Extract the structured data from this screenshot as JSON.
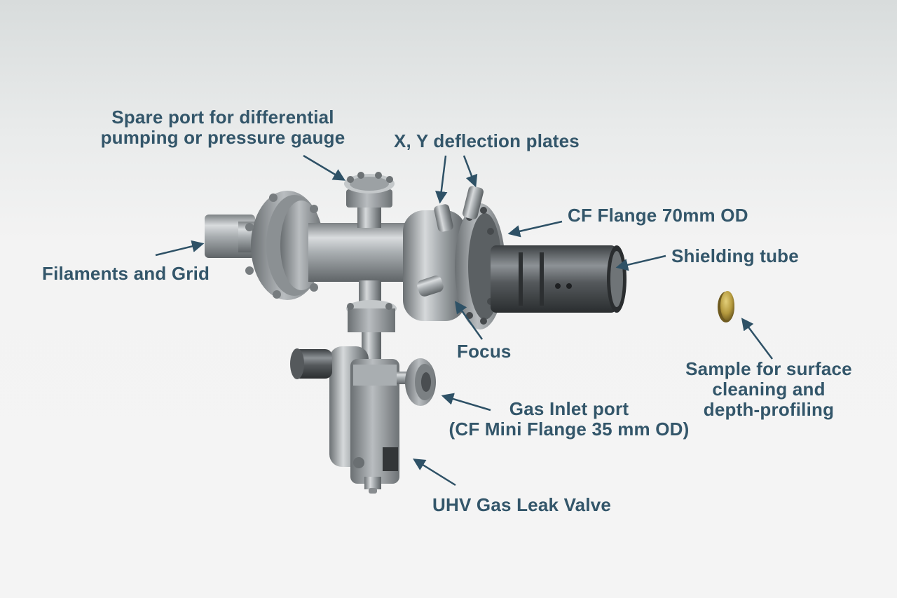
{
  "labels": {
    "spare_port": [
      "Spare port for differential",
      "pumping or pressure gauge"
    ],
    "deflection": "X, Y deflection plates",
    "cf_flange": "CF Flange 70mm OD",
    "shielding": "Shielding tube",
    "filaments": "Filaments and Grid",
    "focus": "Focus",
    "sample": [
      "Sample for surface",
      "cleaning and",
      "depth-profiling"
    ],
    "gas_inlet": [
      "Gas Inlet port",
      "(CF Mini Flange 35 mm OD)"
    ],
    "leak_valve": "UHV Gas Leak Valve"
  },
  "colors": {
    "label_text": "#33566a",
    "arrow": "#2e5166",
    "metal": "#9ea3a6",
    "sample_disc": "#b59a3e"
  }
}
